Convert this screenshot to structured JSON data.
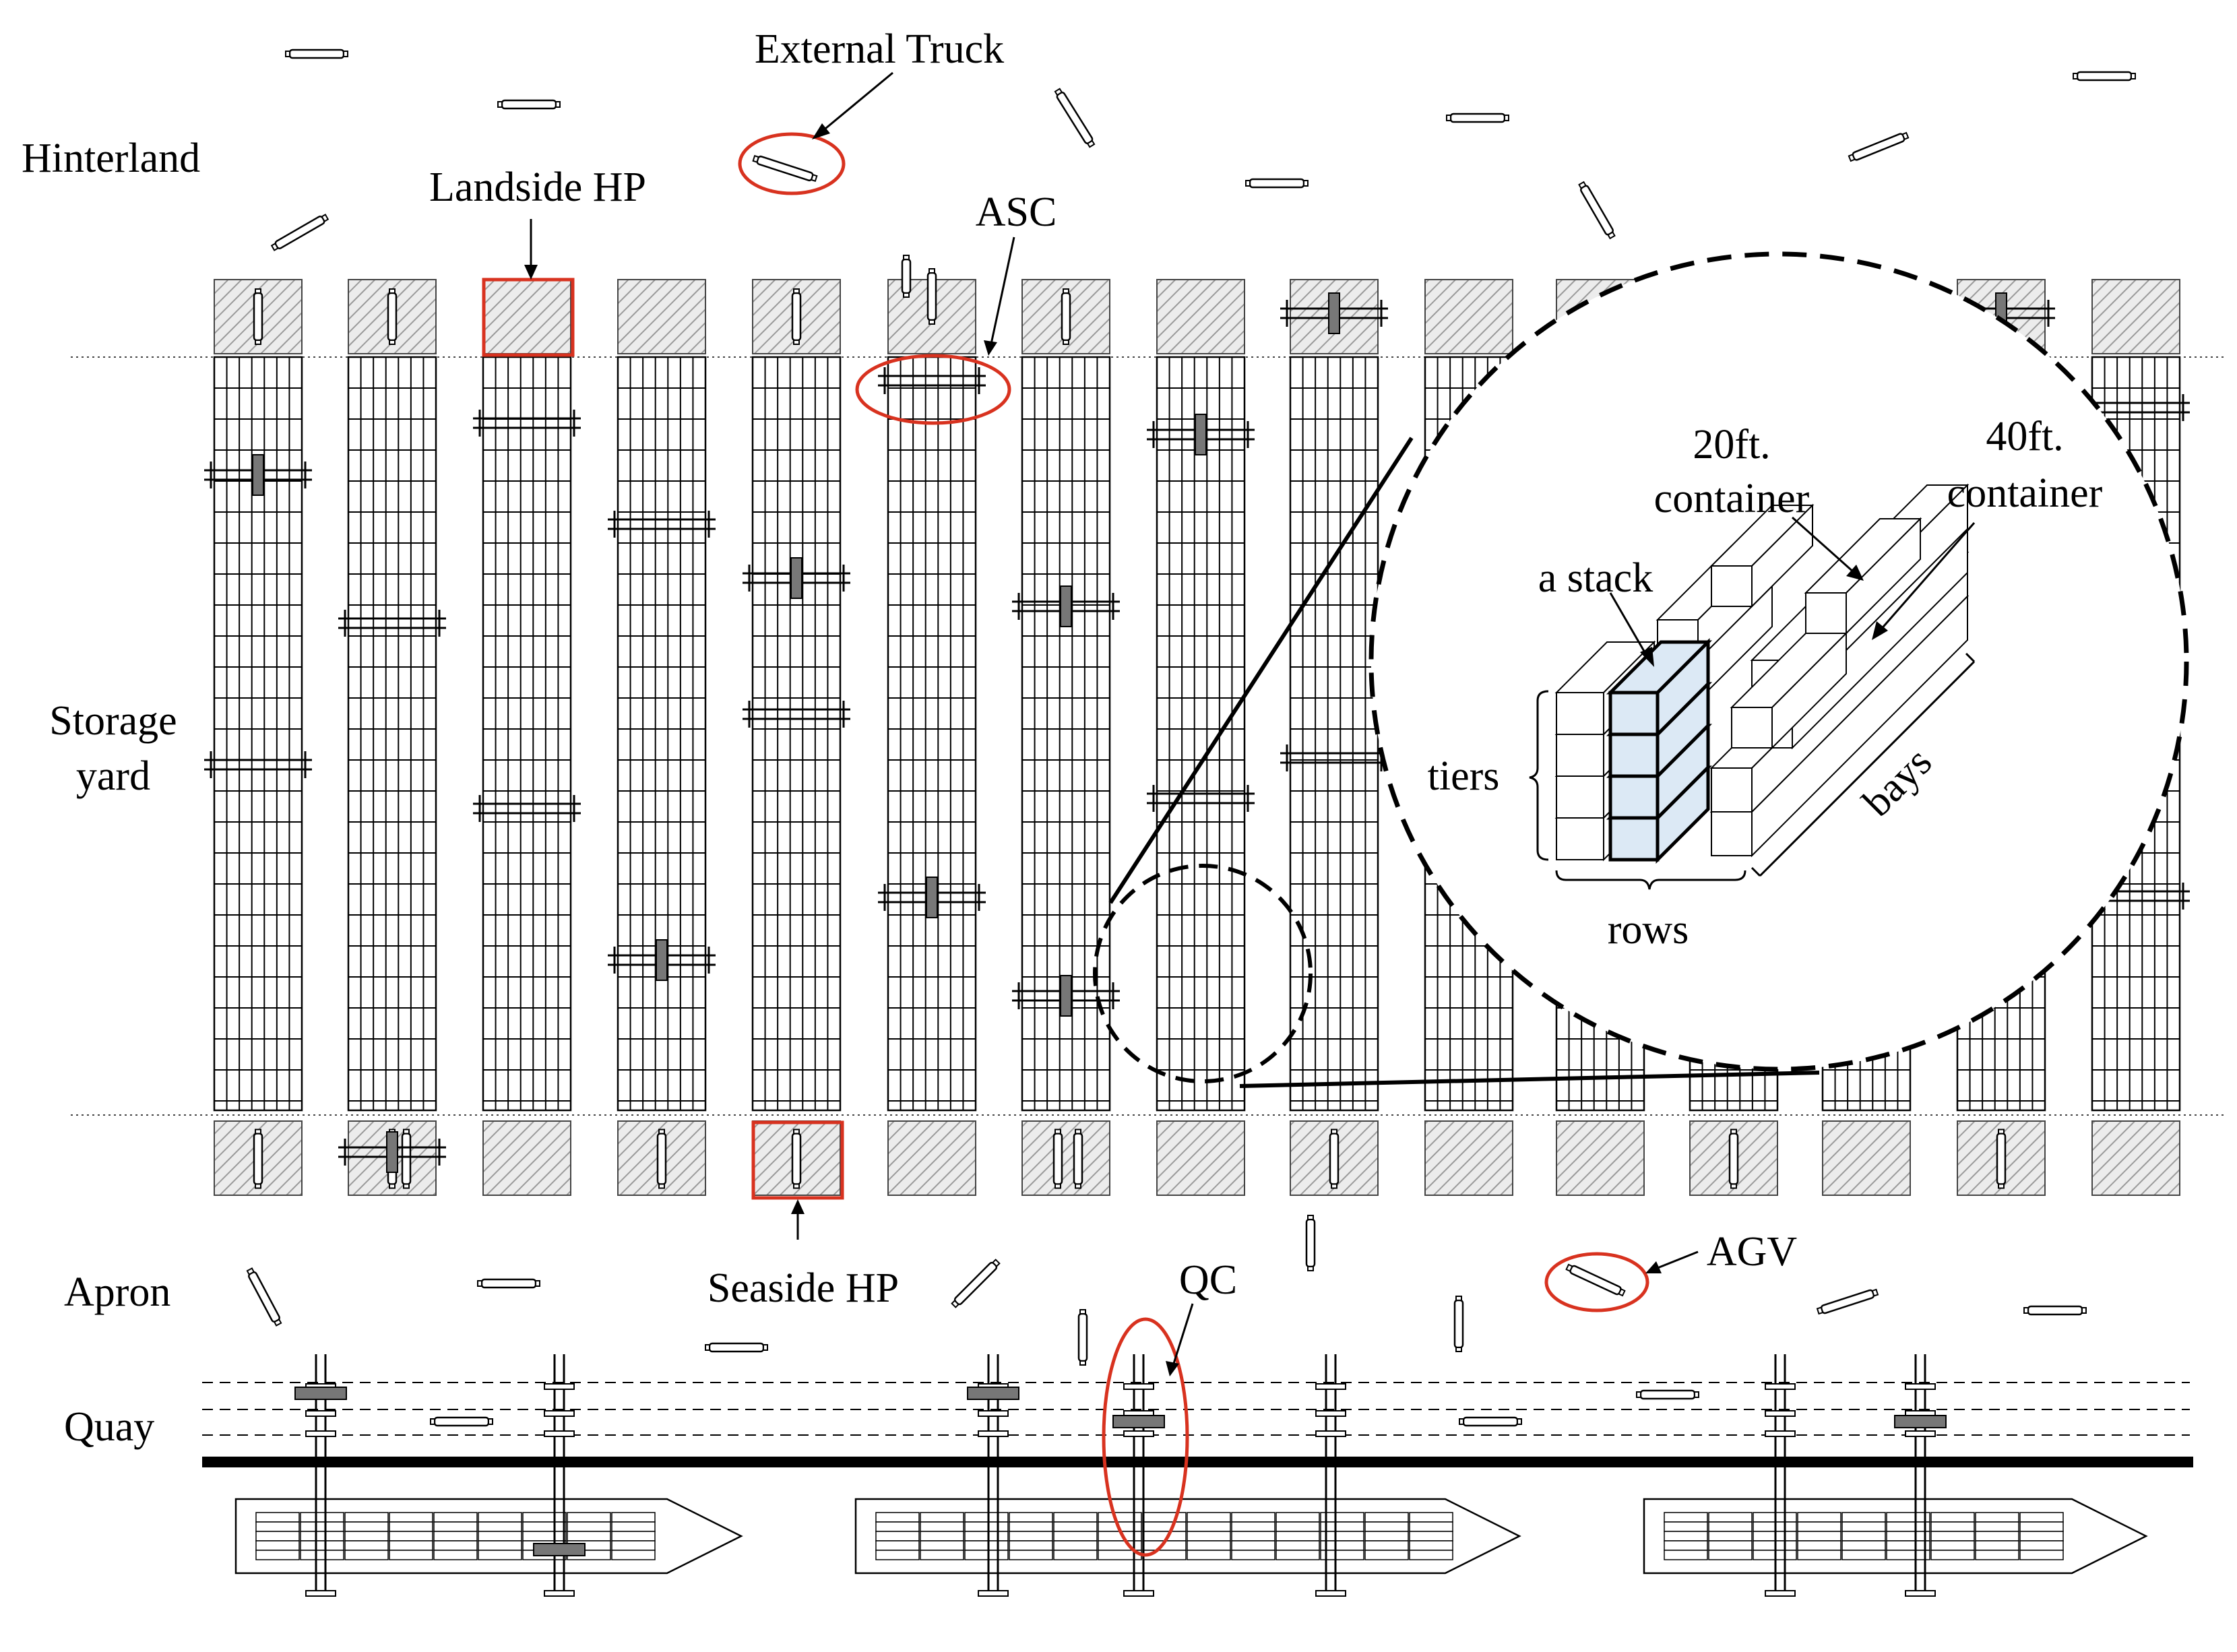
{
  "labels": {
    "hinterland": "Hinterland",
    "storage_yard_line1": "Storage",
    "storage_yard_line2": "yard",
    "apron": "Apron",
    "quay": "Quay",
    "external_truck": "External Truck",
    "landside_hp": "Landside HP",
    "asc": "ASC",
    "seaside_hp": "Seaside HP",
    "qc": "QC",
    "agv": "AGV"
  },
  "inset": {
    "c20_line1": "20ft.",
    "c20_line2": "container",
    "c40_line1": "40ft.",
    "c40_line2": "container",
    "stack": "a stack",
    "tiers": "tiers",
    "rows": "rows",
    "bays": "bays"
  },
  "colors": {
    "highlight": "#d8321f",
    "stack_fill": "#dce9f5",
    "hatch": "#9a9a9a",
    "crane": "#777777",
    "line": "#000000"
  },
  "icons": {
    "truck": "truck-icon",
    "crane": "crane-icon",
    "vessel": "vessel-icon"
  }
}
